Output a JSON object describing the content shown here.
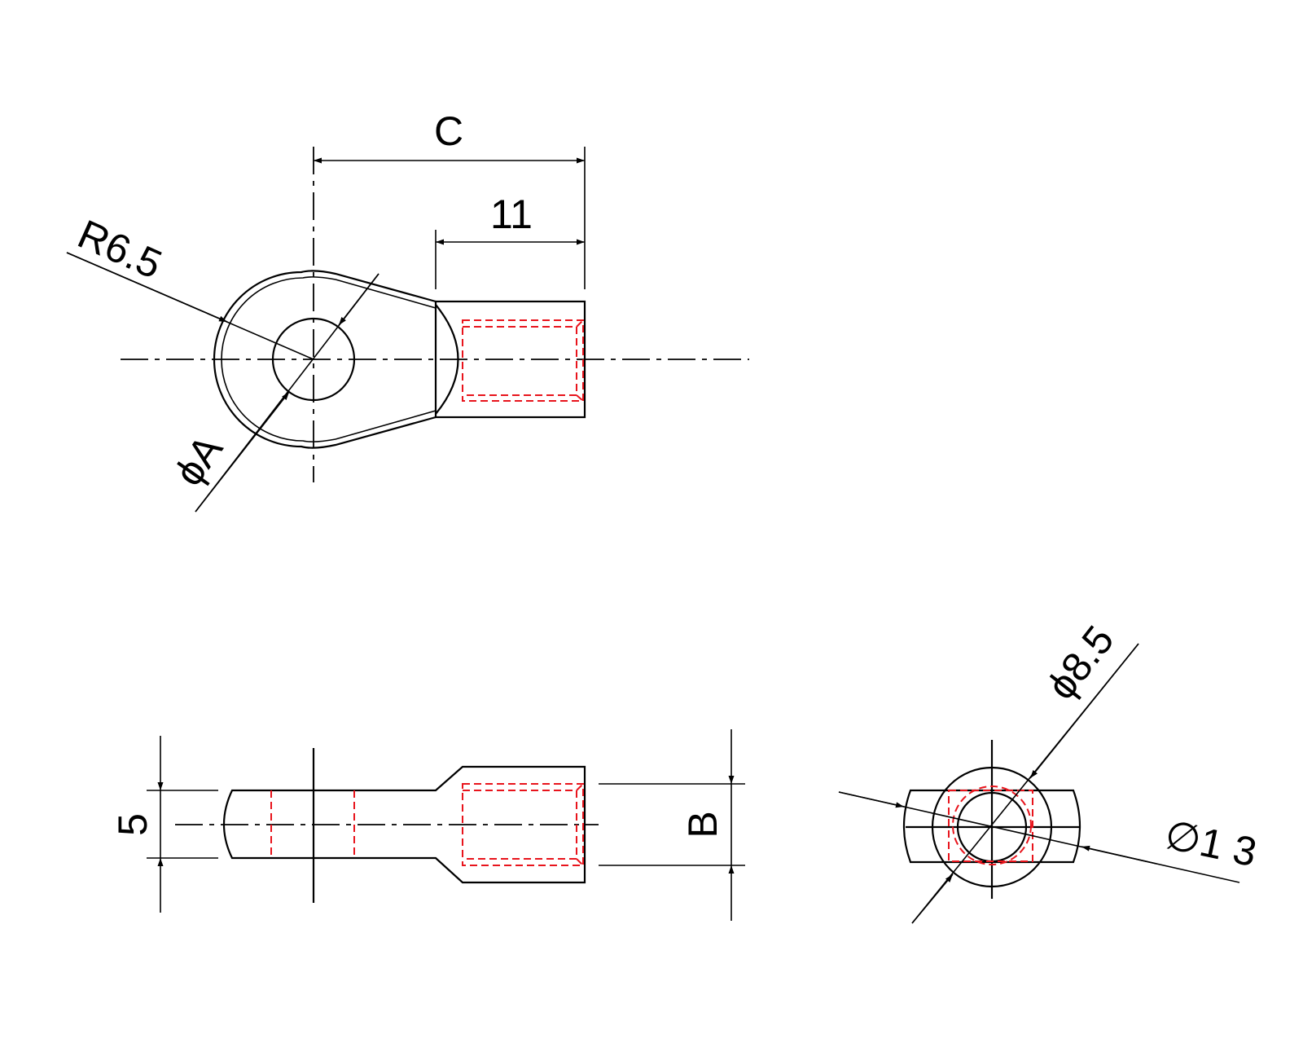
{
  "drawing": {
    "dimensions": {
      "c": "C",
      "eleven": "11",
      "r65": "R6.5",
      "phi_a": "ϕA",
      "five": "5",
      "b": "B",
      "phi85": "ϕ8.5",
      "phi13": "∅1 3"
    },
    "colors": {
      "outline": "#000000",
      "hidden": "#e8141c"
    }
  }
}
